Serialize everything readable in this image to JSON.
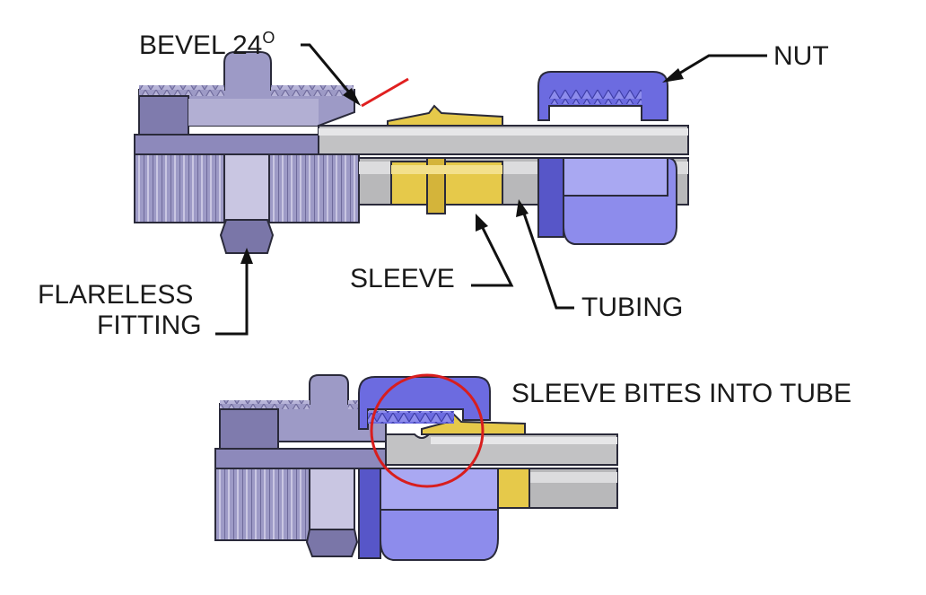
{
  "labels": {
    "bevel": "BEVEL 24",
    "bevel_degree": "O",
    "nut": "NUT",
    "flareless_line1": "FLARELESS",
    "flareless_line2": "FITTING",
    "sleeve": "SLEEVE",
    "tubing": "TUBING",
    "bite": "SLEEVE BITES INTO TUBE"
  },
  "colors": {
    "fitting": "#9d9ac6",
    "fitting_dark": "#7a76a8",
    "fitting_light": "#c9c6e2",
    "nut": "#6c6be0",
    "nut_dark": "#4747b8",
    "nut_light": "#a9a8f2",
    "sleeve": "#e6c94a",
    "sleeve_dark": "#b89a22",
    "tube": "#c2c2c4",
    "tube_light": "#e6e6e8",
    "tube_dark": "#8e8e92",
    "bevel_mark": "#e02020",
    "highlight_circle": "#d81e1e"
  }
}
